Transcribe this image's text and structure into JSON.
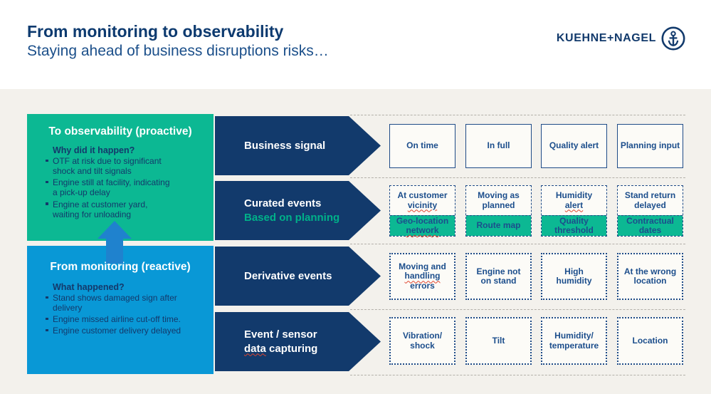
{
  "header": {
    "title": "From monitoring to observability",
    "subtitle": "Staying ahead of business disruptions risks…",
    "logo_text": "KUEHNE+NAGEL"
  },
  "panels": {
    "proactive": {
      "title": "To observability (proactive)",
      "question": "Why did it happen?",
      "bullets": [
        "OTF at risk due to significant\nshock and tilt signals",
        "Engine still at facility, indicating\na pick-up delay",
        "Engine at customer yard,\nwaiting for unloading"
      ]
    },
    "reactive": {
      "title": "From monitoring (reactive)",
      "question": "What happened?",
      "bullets": [
        "Stand shows damaged sign after\ndelivery",
        "Engine missed airline cut-off time.",
        "Engine customer delivery delayed"
      ]
    }
  },
  "rows": [
    {
      "label": [
        {
          "t": "Business signal"
        }
      ],
      "items": [
        [
          {
            "t": "On time"
          }
        ],
        [
          {
            "t": "In full"
          }
        ],
        [
          {
            "t": "Quality alert"
          }
        ],
        [
          {
            "t": "Planning input"
          }
        ]
      ]
    },
    {
      "label": [
        {
          "t": "Curated events"
        }
      ],
      "sublabel": [
        {
          "t": "Based on planning"
        }
      ],
      "items": [
        {
          "top": [
            {
              "t": "At customer\n"
            },
            {
              "t": "vicinity",
              "sq": true
            }
          ],
          "bottom": [
            {
              "t": "Geo-location\n"
            },
            {
              "t": "network",
              "sq": true
            }
          ]
        },
        {
          "top": [
            {
              "t": "Moving as\nplanned"
            }
          ],
          "bottom": [
            {
              "t": "Route map"
            }
          ]
        },
        {
          "top": [
            {
              "t": "Humidity\n"
            },
            {
              "t": "alert",
              "sq": true
            }
          ],
          "bottom": [
            {
              "t": "Quality\nthreshold"
            }
          ]
        },
        {
          "top": [
            {
              "t": "Stand return\ndelayed"
            }
          ],
          "bottom": [
            {
              "t": "Contractual\ndates"
            }
          ]
        }
      ]
    },
    {
      "label": [
        {
          "t": "Derivative events"
        }
      ],
      "items": [
        [
          {
            "t": "Moving and\n"
          },
          {
            "t": "handling",
            "sq": true
          },
          {
            "t": "\nerrors"
          }
        ],
        [
          {
            "t": "Engine not\non stand"
          }
        ],
        [
          {
            "t": "High\nhumidity"
          }
        ],
        [
          {
            "t": "At the wrong\nlocation"
          }
        ]
      ]
    },
    {
      "label": [
        {
          "t": "Event / sensor\n"
        },
        {
          "t": "data",
          "sq": true
        },
        {
          "t": " capturing"
        }
      ],
      "items": [
        [
          {
            "t": "Vibration/\nshock"
          }
        ],
        [
          {
            "t": "Tilt"
          }
        ],
        [
          {
            "t": "Humidity/\ntemperature"
          }
        ],
        [
          {
            "t": "Location"
          }
        ]
      ]
    }
  ],
  "colors": {
    "navy": "#123a6c",
    "panel_green": "#0cb893",
    "panel_blue": "#0998d6",
    "up_arrow_blue": "#1f82ce",
    "sublabel_green": "#00b189",
    "body_background": "#f3f1ec",
    "box_background": "#fcfbf7",
    "box_border": "#1e4b87",
    "box_text": "#1c4e8c",
    "separator": "#b3b0a9",
    "squiggle_red": "#e0442d"
  }
}
